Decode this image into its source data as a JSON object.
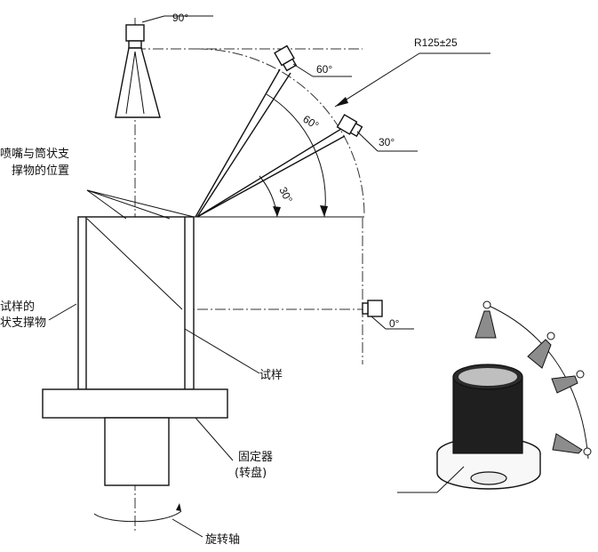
{
  "labels": {
    "angle_90": "90°",
    "angle_60": "60°",
    "angle_30": "30°",
    "angle_0": "0°",
    "radius": "R125±25",
    "arc_60": "60°",
    "arc_30": "30°",
    "nozzle_position_line1": "喷嘴与筒状支",
    "nozzle_position_line2": "撑物的位置",
    "support_line1": "试样的",
    "support_line2": "状支撑物",
    "specimen": "试样",
    "fixture_line1": "固定器",
    "fixture_line2": "(转盘)",
    "rotation_axis": "旋转轴"
  },
  "colors": {
    "ink": "#111111",
    "dark_cylinder": "#1f1f1f",
    "cone_gray": "#8c8c8c"
  }
}
